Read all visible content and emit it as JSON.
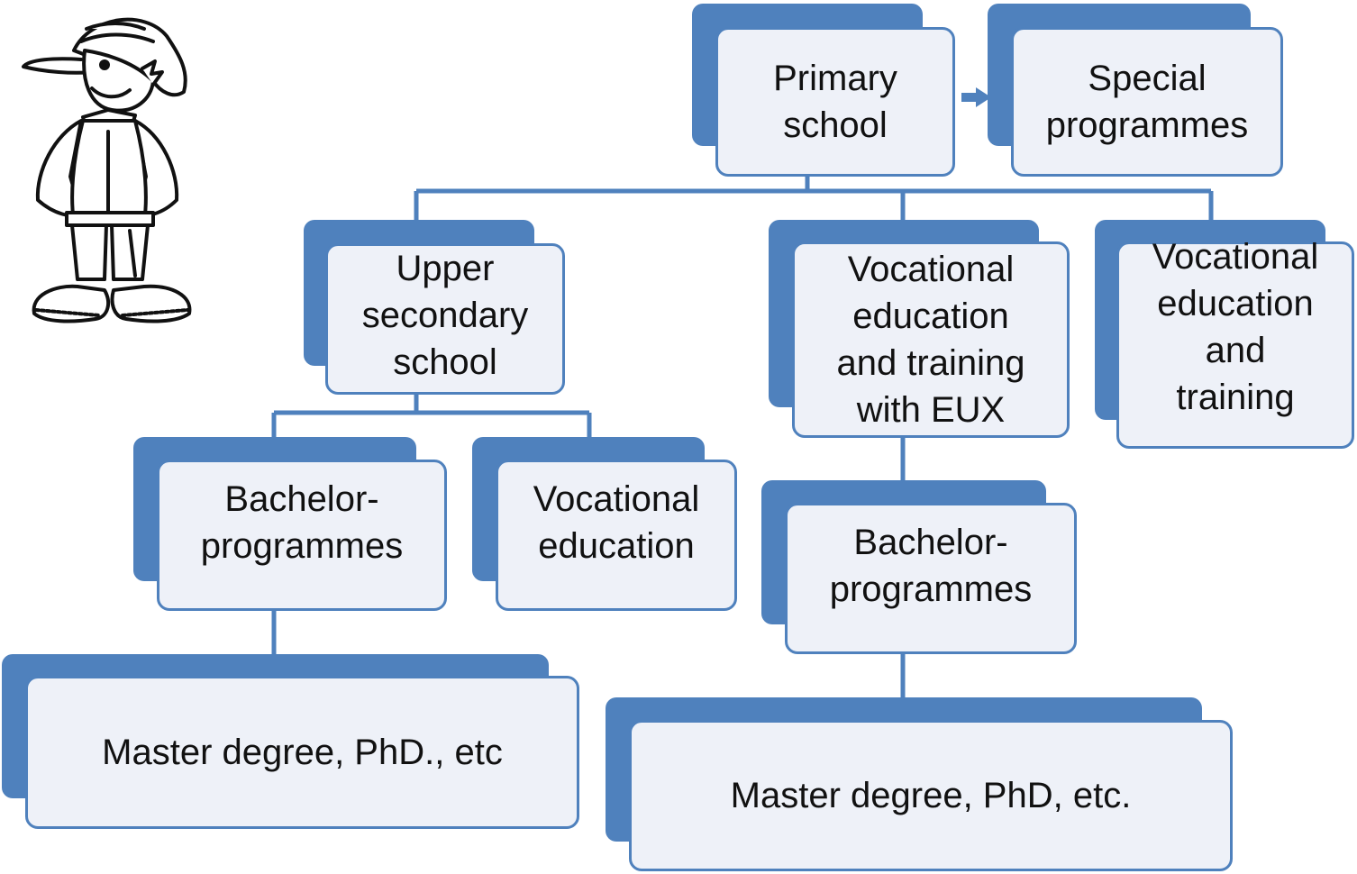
{
  "colors": {
    "accent": "#4f81bd",
    "box_fill": "#eef1f8",
    "text": "#111111"
  },
  "illustration": {
    "icon": "cartoon-boy-with-cap-icon"
  },
  "nodes": {
    "primary": {
      "label": "Primary\nschool"
    },
    "special": {
      "label": "Special\nprogrammes"
    },
    "upper_secondary": {
      "label": "Upper\nsecondary\nschool"
    },
    "vet_eux": {
      "label": "Vocational\neducation\nand training\nwith EUX"
    },
    "vet": {
      "label": "Vocational\neducation\nand\ntraining"
    },
    "bachelor_left": {
      "label": "Bachelor-\nprogrammes"
    },
    "vocational_education": {
      "label": "Vocational\neducation"
    },
    "bachelor_right": {
      "label": "Bachelor-\nprogrammes"
    },
    "master_left": {
      "label": "Master degree,  PhD., etc"
    },
    "master_right": {
      "label": "Master degree, PhD, etc."
    }
  }
}
